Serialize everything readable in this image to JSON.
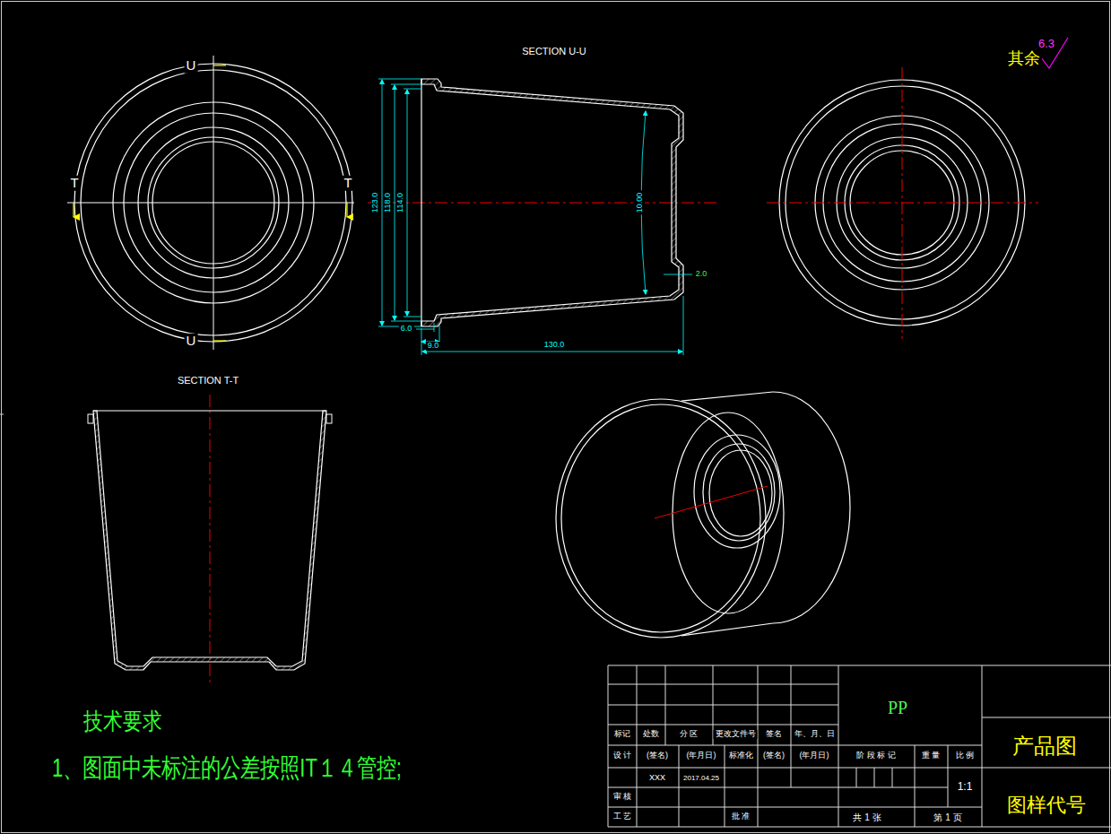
{
  "diagram": {
    "labels": [
      "U",
      "SECTION U-U",
      "其余",
      "6.3",
      "T",
      "T",
      "123.0",
      "118.0",
      "114.0",
      "10.00",
      "2.0",
      "U",
      "6.0",
      "9.0",
      "130.0",
      "SECTION T-T",
      "PP",
      "技术要求",
      "产品图",
      "1、图面中未标注的公差按照IT１４管控;",
      "标记",
      "处数",
      "分 区",
      "更改文件号",
      "签名",
      "年、月、日",
      "设 计",
      "(签名)",
      "(年月日)",
      "标准化",
      "(签名)",
      "(年月日)",
      "阶 段 标 记",
      "重 量",
      "比 例",
      "XXX",
      "2017.04.25",
      "1:1",
      "图样代号",
      "审 核",
      "工 艺",
      "批 准",
      "共 1 张",
      "第 1 页"
    ]
  }
}
